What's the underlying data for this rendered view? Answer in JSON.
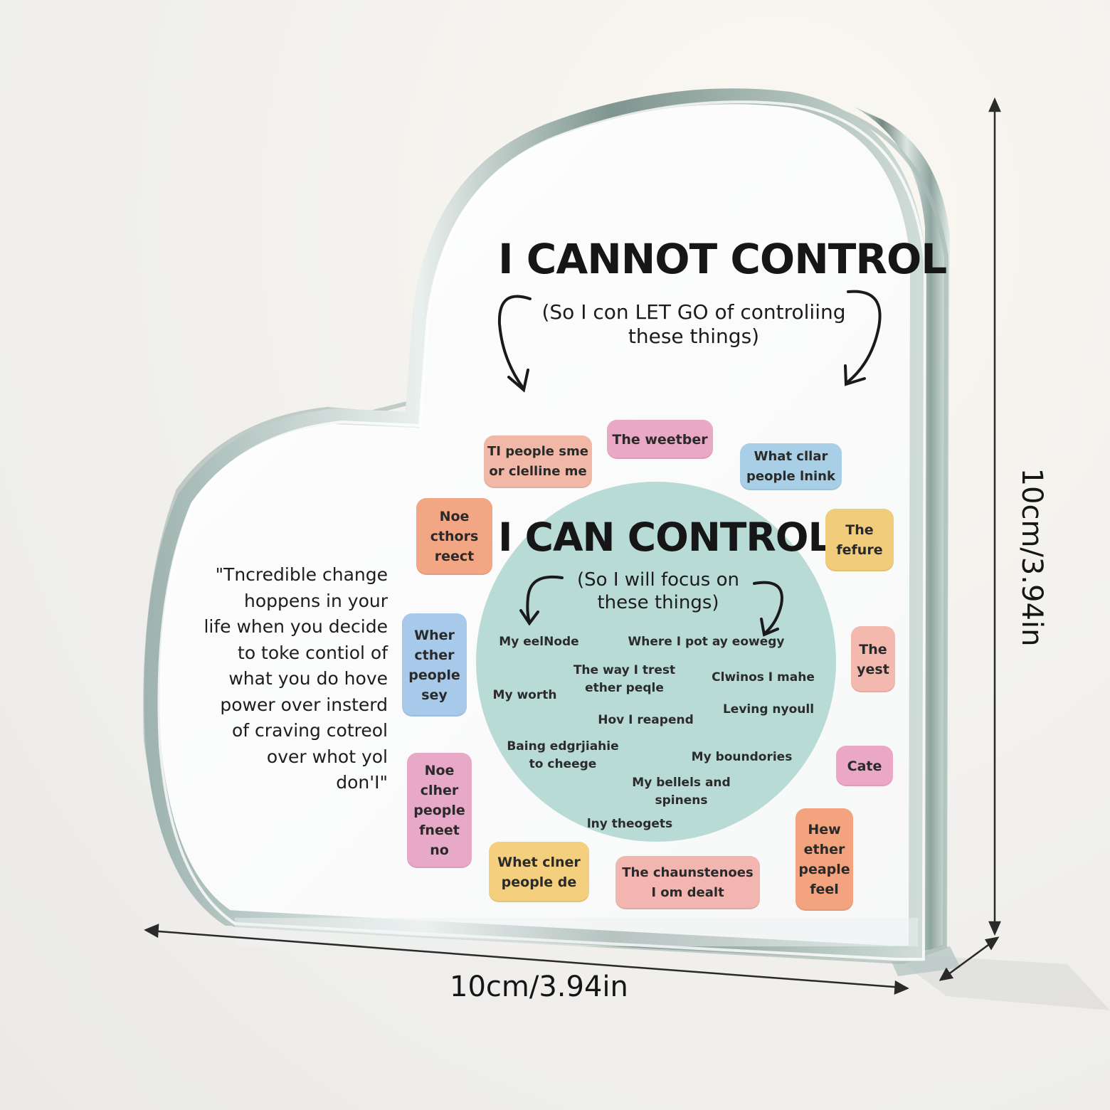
{
  "heading_cannot": "I CANNOT CONTROL",
  "sub_cannot": "(So I con LET GO of controliing\nthese things)",
  "heading_can": "I CAN CONTROL",
  "sub_can": "(So I will focus on\nthese things)",
  "quote": "\"Tncredible change\nhoppens in your\nlife when you decide\nto toke contiol of\nwhat you do hove\npower over insterd\nof craving cotreol\nover whot yol\ndon'I\"",
  "outer_tags": [
    {
      "text": "The weetber",
      "color": "#e9a8c6"
    },
    {
      "text": "TI people sme\nor clelline me",
      "color": "#f1b8a8"
    },
    {
      "text": "What cllar\npeople lnink",
      "color": "#a9cfe6"
    },
    {
      "text": "Noe\ncthors\nreect",
      "color": "#f3a684"
    },
    {
      "text": "The\nfefure",
      "color": "#f1cd7b"
    },
    {
      "text": "Wher\ncther\npeople\nsey",
      "color": "#a7c9ea"
    },
    {
      "text": "The\nyest",
      "color": "#f3b8ae"
    },
    {
      "text": "Cate",
      "color": "#eaa7c6"
    },
    {
      "text": "Noe\nclher\npeople\nfneet\nno",
      "color": "#e8a9c9"
    },
    {
      "text": "Whet clner\npeople de",
      "color": "#f3cf7e"
    },
    {
      "text": "The chaunstenoes\nI om dealt",
      "color": "#f2b5b0"
    },
    {
      "text": "Hew\nether\npeaple\nfeel",
      "color": "#f3a47f"
    }
  ],
  "inner_items": [
    "My eelNode",
    "Where I pot ay eowegy",
    "The way I trest\nether peqle",
    "Clwinos I mahe",
    "My worth",
    "Leving nyoull",
    "Hov I reapend",
    "Baing edgrjiahie\nto cheege",
    "My boundories",
    "My bellels and\nspinens",
    "lny theogets"
  ],
  "colors": {
    "circle": "#b9dbd6",
    "text": "#161616"
  },
  "dimension_width": "10cm/3.94in",
  "dimension_height": "10cm/3.94in"
}
